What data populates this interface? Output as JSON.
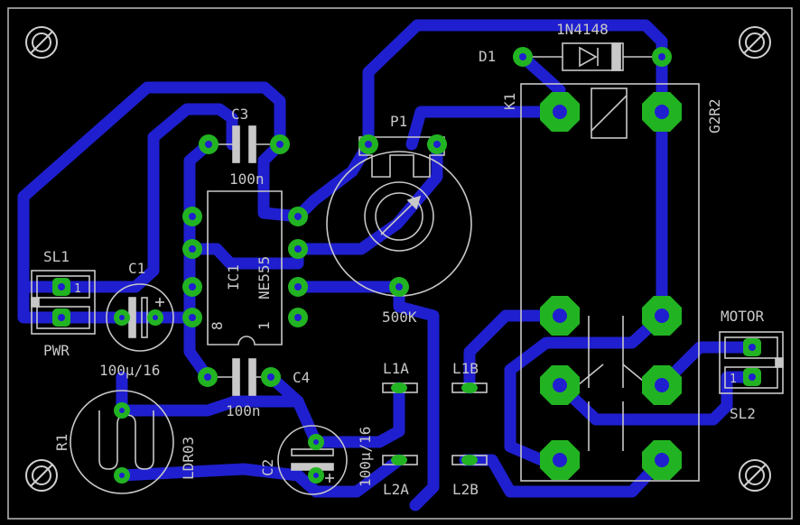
{
  "colors": {
    "background": "#000000",
    "trace": "#1f1fd0",
    "pad": "#22b322",
    "silkscreen": "#c8c8c8",
    "outline": "#bdbdbd"
  },
  "labels": {
    "d1": "D1",
    "diode_value": "1N4148",
    "k1": "K1",
    "relay_value": "G2R2",
    "c3": "C3",
    "c3_value": "100n",
    "p1": "P1",
    "ic1": "IC1",
    "ic1_value": "NE555",
    "ic_pin8": "8",
    "ic_pin1": "1",
    "sl1": "SL1",
    "pwr": "PWR",
    "sl1_pin1": "1",
    "c1": "C1",
    "c1_value": "100µ/16",
    "p1_value": "500K",
    "c4": "C4",
    "c4_value": "100n",
    "l1a": "L1A",
    "l1b": "L1B",
    "l2a": "L2A",
    "l2b": "L2B",
    "r1": "R1",
    "r1_value": "LDR03",
    "c2": "C2",
    "c2_value": "100µ/16",
    "motor": "MOTOR",
    "sl2": "SL2",
    "sl2_pin1": "1"
  }
}
